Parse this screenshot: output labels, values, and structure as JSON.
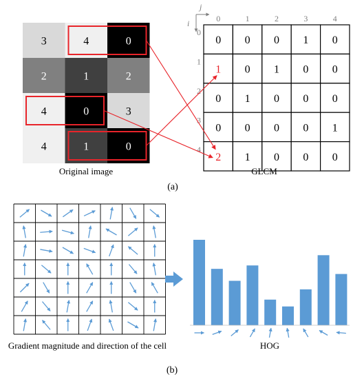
{
  "panel_a": {
    "original_image": {
      "caption": "Original image",
      "cells": [
        [
          {
            "v": "3",
            "shade": "#d9d9d9"
          },
          {
            "v": "4",
            "shade": "#f0f0f0"
          },
          {
            "v": "0",
            "shade": "#000000"
          }
        ],
        [
          {
            "v": "2",
            "shade": "#808080"
          },
          {
            "v": "1",
            "shade": "#404040"
          },
          {
            "v": "2",
            "shade": "#808080"
          }
        ],
        [
          {
            "v": "4",
            "shade": "#f0f0f0"
          },
          {
            "v": "0",
            "shade": "#000000"
          },
          {
            "v": "3",
            "shade": "#d9d9d9"
          }
        ],
        [
          {
            "v": "4",
            "shade": "#f0f0f0"
          },
          {
            "v": "1",
            "shade": "#404040"
          },
          {
            "v": "0",
            "shade": "#000000"
          }
        ]
      ],
      "highlighted_pairs": [
        [
          0,
          1
        ],
        [
          2,
          0
        ],
        [
          3,
          1
        ]
      ]
    },
    "glcm": {
      "caption": "GLCM",
      "row_axis": "i",
      "col_axis": "j",
      "col_labels": [
        "0",
        "1",
        "2",
        "3",
        "4"
      ],
      "row_labels": [
        "0",
        "1",
        "2",
        "3",
        "4"
      ],
      "values": [
        [
          "0",
          "0",
          "0",
          "1",
          "0"
        ],
        [
          "1",
          "0",
          "1",
          "0",
          "0"
        ],
        [
          "0",
          "1",
          "0",
          "0",
          "0"
        ],
        [
          "0",
          "0",
          "0",
          "0",
          "1"
        ],
        [
          "2",
          "1",
          "0",
          "0",
          "0"
        ]
      ],
      "highlighted_cells": [
        [
          1,
          0
        ],
        [
          4,
          0
        ]
      ]
    },
    "label": "(a)"
  },
  "panel_b": {
    "gradient_grid": {
      "caption": "Gradient magnitude and direction of the cell",
      "rows": 7,
      "cols": 7,
      "arrows_deg": [
        [
          40,
          -30,
          35,
          25,
          80,
          -60,
          -40
        ],
        [
          100,
          5,
          -15,
          80,
          150,
          40,
          100
        ],
        [
          80,
          -10,
          -30,
          -20,
          70,
          140,
          90
        ],
        [
          90,
          -40,
          90,
          120,
          90,
          -50,
          100
        ],
        [
          45,
          -60,
          90,
          60,
          90,
          -60,
          120
        ],
        [
          60,
          -50,
          80,
          60,
          100,
          -40,
          90
        ],
        [
          80,
          130,
          90,
          70,
          110,
          -30,
          80
        ]
      ]
    },
    "hog": {
      "caption": "HOG",
      "bins": [
        {
          "value": 1.0,
          "angle_deg": 0
        },
        {
          "value": 0.66,
          "angle_deg": 20
        },
        {
          "value": 0.52,
          "angle_deg": 40
        },
        {
          "value": 0.7,
          "angle_deg": 60
        },
        {
          "value": 0.3,
          "angle_deg": 80
        },
        {
          "value": 0.22,
          "angle_deg": 100
        },
        {
          "value": 0.42,
          "angle_deg": 120
        },
        {
          "value": 0.82,
          "angle_deg": 150
        },
        {
          "value": 0.6,
          "angle_deg": 175
        }
      ]
    },
    "label": "(b)"
  },
  "colors": {
    "arrow": "#5b9bd5",
    "bar": "#5b9bd5",
    "highlight": "#e8242a",
    "axis_label": "#7f7f7f"
  }
}
